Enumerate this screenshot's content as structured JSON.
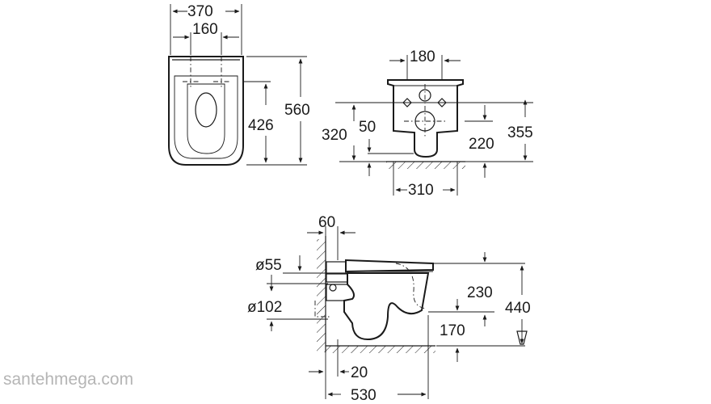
{
  "top_view": {
    "width_overall": "370",
    "width_fixing": "160",
    "length_fixing": "426",
    "length_overall": "560"
  },
  "rear_view": {
    "fixing_spacing": "180",
    "fixing_height": "320",
    "outlet_offset": "50",
    "outlet_height": "220",
    "overall_height": "355",
    "base_width": "310"
  },
  "side_view": {
    "wall_offset": "60",
    "inlet_diameter": "ø55",
    "outlet_diameter": "ø102",
    "inlet_height": "230",
    "outlet_height": "170",
    "rim_height": "440",
    "outlet_projection": "20",
    "overall_depth": "530"
  },
  "watermark": "santehmega.com"
}
